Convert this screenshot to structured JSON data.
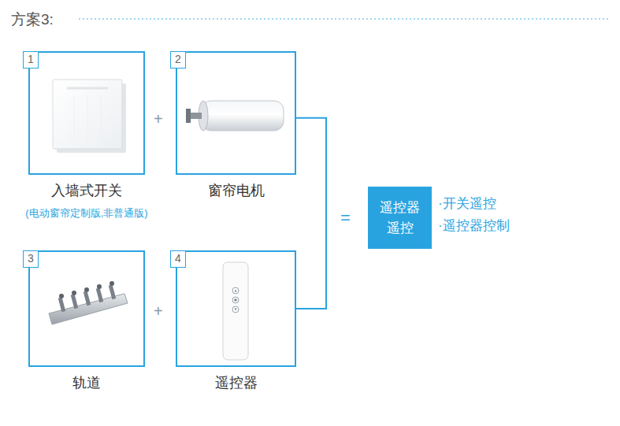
{
  "diagram": {
    "title": "方案3:",
    "nodes": [
      {
        "text": [
          "1",
          "入墙式开关",
          "(电动窗帘定制版,非普通版)"
        ]
      },
      {
        "text": [
          "2",
          "窗帘电机"
        ]
      },
      {
        "text": [
          "3",
          "轨道"
        ]
      },
      {
        "text": [
          "4",
          "遥控器"
        ]
      },
      {
        "text": [
          "遥控器 遥控"
        ]
      }
    ],
    "edges": [
      {
        "from": 1,
        "to": 3,
        "arrow": "none"
      }
    ],
    "labels": [
      "+",
      "+",
      "=",
      "·开关遥控",
      "·遥控器控制"
    ]
  }
}
